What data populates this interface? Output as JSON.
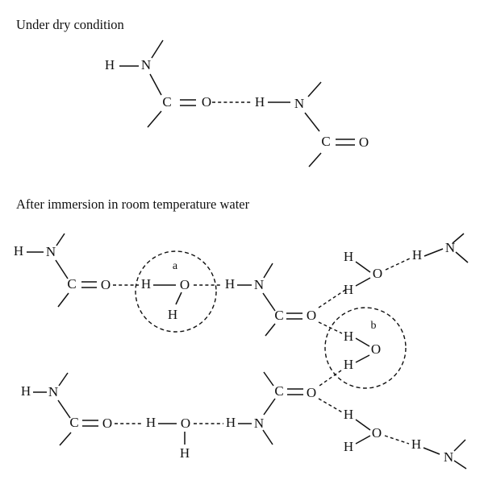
{
  "headings": {
    "dry": "Under dry condition",
    "wet": "After immersion in room temperature water"
  },
  "atoms": {
    "H": "H",
    "N": "N",
    "C": "C",
    "O": "O"
  },
  "markers": {
    "a": "a",
    "b": "b"
  }
}
